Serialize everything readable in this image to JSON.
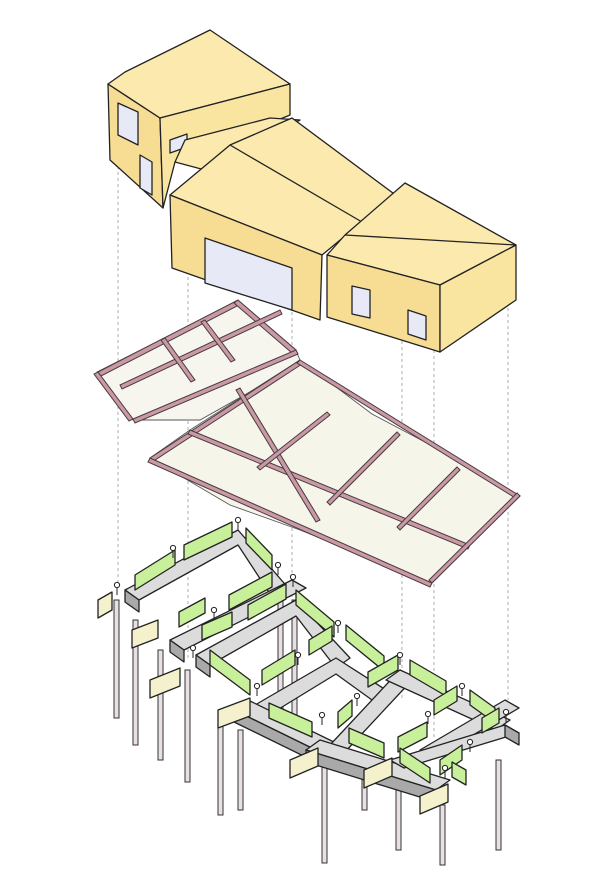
{
  "diagram": {
    "type": "exploded-axonometric",
    "layers": [
      {
        "name": "building-massing",
        "color": "#fbe8a6"
      },
      {
        "name": "floor-frame",
        "color": "#9e6b7a"
      },
      {
        "name": "foundation-beams-and-piles",
        "color": "#cfcfcf"
      }
    ],
    "accent_colors": {
      "panel": "#c8ef9a",
      "beam_top": "#d9d9d9",
      "beam_side": "#a8a8a8",
      "glass": "#e6e7f6"
    },
    "text": []
  }
}
